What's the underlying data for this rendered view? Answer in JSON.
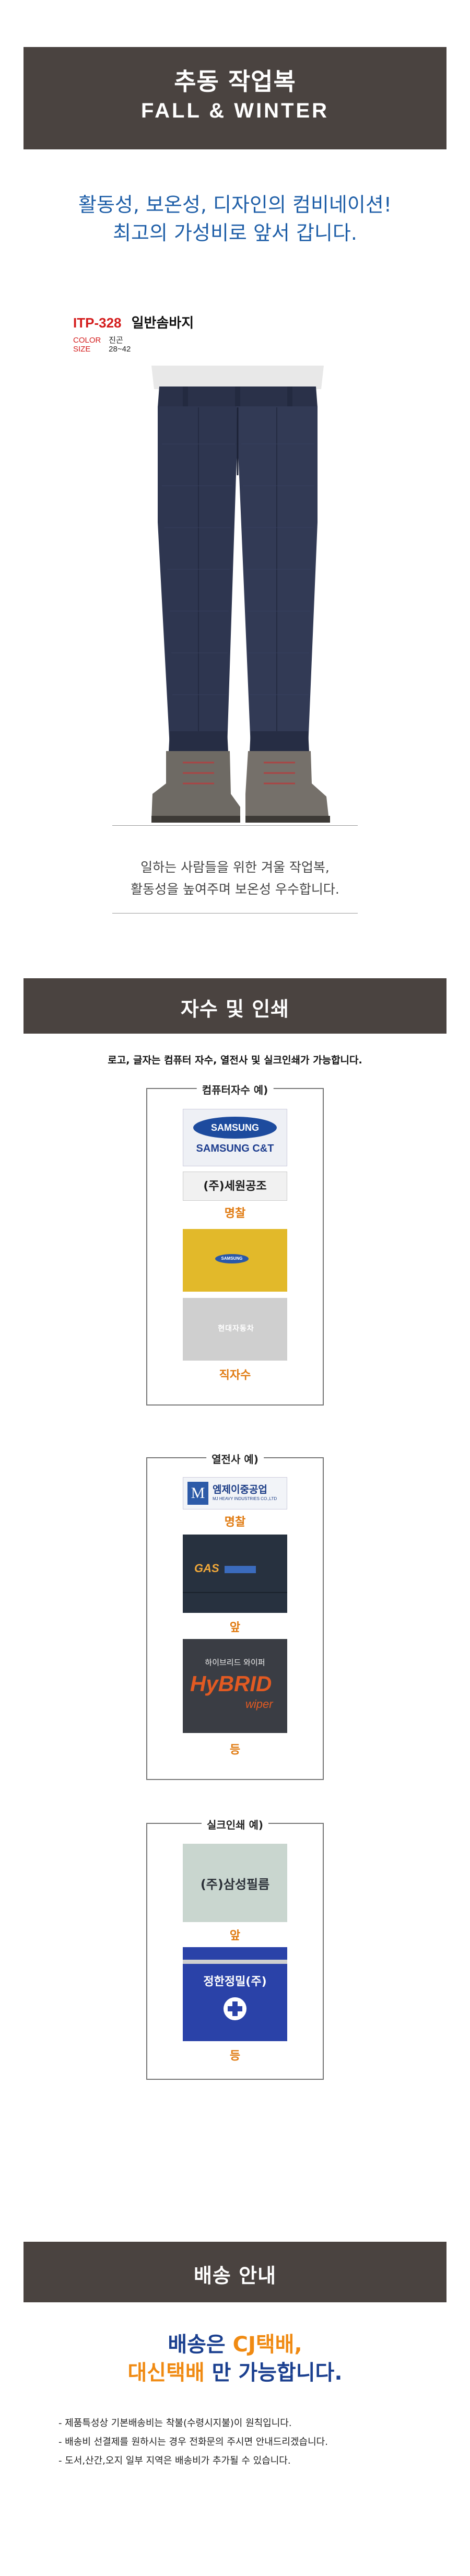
{
  "header": {
    "title_ko": "추동 작업복",
    "title_en": "FALL  &  WINTER"
  },
  "tagline": {
    "line1": "활동성, 보온성, 디자인의 컴비네이션!",
    "line2": "최고의 가성비로 앞서 갑니다."
  },
  "product": {
    "code": "ITP-328",
    "name": "일반솜바지",
    "color_label": "COLOR",
    "color_value": "진곤",
    "size_label": "SIZE",
    "size_value": "28~42",
    "caption_line1": "일하는 사람들을 위한 겨울 작업복,",
    "caption_line2": "활동성을 높여주며 보온성 우수합니다."
  },
  "embroidery": {
    "title": "자수 및 인쇄",
    "note": "로고, 글자는 컴퓨터 자수, 열전사 및 실크인쇄가 가능합니다.",
    "computer": {
      "label": "컴퓨터자수 예)",
      "patch1_line1": "SAMSUNG",
      "patch1_line2": "SAMSUNG C&T",
      "patch2_text": "(주)세원공조",
      "sub1": "명찰",
      "logo_small": "SAMSUNG",
      "logo_hyundai": "현대자동차",
      "sub2": "직자수"
    },
    "heat": {
      "label": "열전사 예)",
      "logo_m": "M",
      "logo_ko": "엠제이중공업",
      "logo_en": "MJ HEAVY INDUSTRIES CO.,LTD",
      "sub1": "명찰",
      "gas_text": "GAS",
      "sub2": "앞",
      "hybrid_ko": "하이브리드 와이퍼",
      "hybrid_en": "HyBRID",
      "hybrid_en2": "wiper",
      "sub3": "등"
    },
    "silk": {
      "label": "실크인쇄 예)",
      "text1": "(주)삼성필름",
      "sub1": "앞",
      "text2": "정한정밀(주)",
      "sub2": "등"
    }
  },
  "shipping": {
    "title": "배송 안내",
    "line1_a": "배송은 ",
    "line1_b": "CJ택배,",
    "line2_a": "대신택배",
    "line2_b": " 만 가능합니다.",
    "notes": [
      "- 제품특성상 기본배송비는 착불(수령시지불)이 원칙입니다.",
      "- 배송비 선결제를 원하시는 경우 전화문의 주시면 안내드리겠습니다.",
      "- 도서,산간,오지 일부 지역은 배송비가 추가될 수 있습니다."
    ]
  },
  "colors": {
    "banner": "#4a4340",
    "tagline": "#1f5fa8",
    "accent_red": "#d41c1c",
    "accent_orange": "#e07a10",
    "ship_blue": "#1a3f8f",
    "pants": "#2e3650"
  }
}
